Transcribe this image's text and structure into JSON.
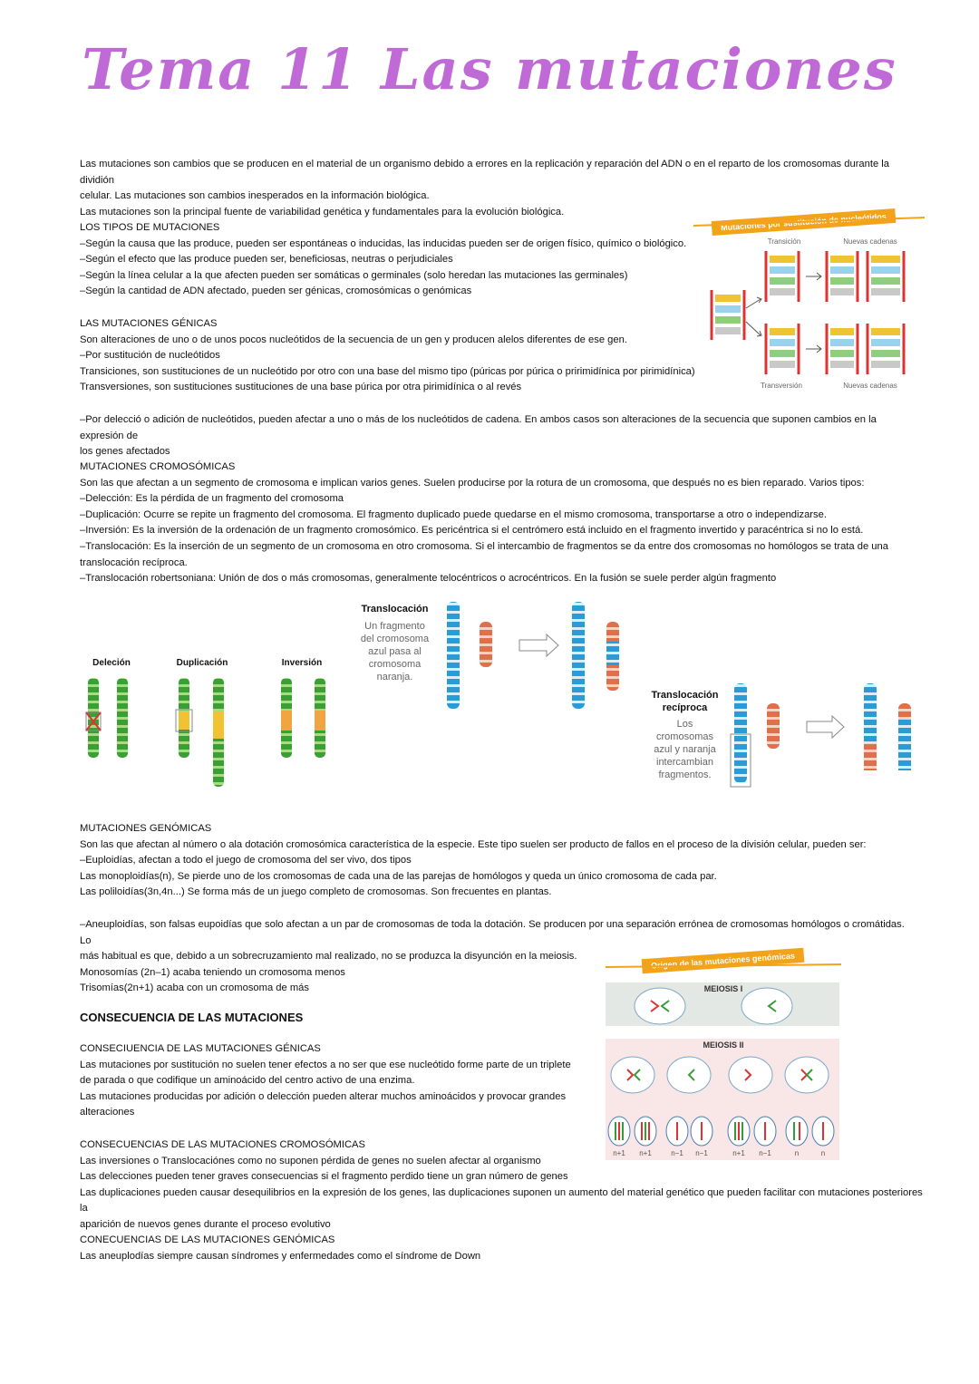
{
  "title": "Tema 11 Las mutaciones",
  "intro": [
    "Las mutaciones son cambios que se producen en el material de un organismo debido a errores en la replicación y reparación del ADN o en el reparto de los cromosomas durante la dividión",
    "celular. Las mutaciones son cambios inesperados en la información biológica.",
    "Las mutaciones son la principal fuente de variabilidad genética y fundamentales para la evolución biológica."
  ],
  "tipos": {
    "heading": "LOS TIPOS DE MUTACIONES",
    "lines": [
      "–Según la causa que las produce, pueden ser espontáneas o inducidas, las inducidas pueden ser de origen físico, químico o biológico.",
      "–Según el efecto que las produce pueden ser, beneficiosas, neutras o perjudiciales",
      "–Según la línea celular a la que afecten pueden ser somáticas o germinales (solo heredan las mutaciones las germinales)",
      "–Según la cantidad de ADN afectado, pueden ser génicas, cromosómicas o genómicas"
    ]
  },
  "genicas": {
    "heading": "LAS MUTACIONES GÉNICAS",
    "lines": [
      "Son alteraciones de uno o de unos pocos nucleótidos de la secuencia de un gen y producen alelos diferentes de ese gen.",
      "–Por sustitución de nucleótidos",
      "Transiciones, son sustituciones de un nucleótido por otro con una base del mismo tipo (púricas por púrica o pririmidínica por pirimidínica)",
      "Transversiones, son sustituciones sustituciones de una base púrica por otra pirimidínica o al revés"
    ],
    "extra": [
      "–Por delecció o adición de nucleótidos, pueden afectar a uno o más de los nucleótidos de cadena. En ambos casos son alteraciones de la secuencia que suponen cambios en la expresión de",
      "los genes afectados"
    ]
  },
  "cromosomicas": {
    "heading": "MUTACIONES CROMOSÓMICAS",
    "lines": [
      "Son las que afectan a un segmento de cromosoma e implican varios genes. Suelen producirse por la rotura de un cromosoma, que después no es bien reparado. Varios tipos:",
      "–Delección: Es la pérdida de un fragmento del cromosoma",
      "–Duplicación: Ocurre se repite un fragmento del cromosoma. El fragmento duplicado puede quedarse en el mismo cromosoma, transportarse a otro o independizarse.",
      "–Inversión: Es la inversión de la ordenación de un fragmento cromosómico. Es pericéntrica si el centrómero está incluido en el fragmento invertido y paracéntrica si no lo está.",
      "–Translocación: Es la inserción de un segmento de un cromosoma en otro cromosoma. Si el intercambio de fragmentos se da entre dos cromosomas no homólogos se trata de una",
      "translocación recíproca.",
      "–Translocación robertsoniana: Unión de dos o más cromosomas, generalmente telocéntricos o acrocéntricos. En la fusión se suele perder algún fragmento"
    ]
  },
  "fig_sust": {
    "banner": "Mutaciones por sustitución de nucleótidos",
    "transicion": "Transición",
    "transversion": "Transversión",
    "nuevas1": "Nuevas cadenas",
    "nuevas2": "Nuevas cadenas"
  },
  "fig_crom": {
    "delecion": "Deleción",
    "duplicacion": "Duplicación",
    "inversion": "Inversión",
    "translocacion": "Translocación",
    "translocacion_desc": [
      "Un fragmento",
      "del cromosoma",
      "azul pasa al",
      "cromosoma",
      "naranja."
    ],
    "reciproca_title": [
      "Translocación",
      "recíproca"
    ],
    "reciproca_desc": [
      "Los",
      "cromosomas",
      "azul y naranja",
      "intercambian",
      "fragmentos."
    ]
  },
  "genomicas": {
    "heading": "MUTACIONES GENÓMICAS",
    "lines": [
      "Son las que afectan al número o ala dotación cromosómica característica de la especie. Este tipo suelen ser producto de fallos en el proceso de la división celular, pueden ser:",
      "–Euploidías, afectan a todo el juego de cromosoma del ser vivo, dos tipos",
      "Las monoploidías(n), Se pierde uno de los cromosomas de cada una de las parejas de homólogos y queda un único cromosoma de cada par.",
      "Las poliloidías(3n,4n...) Se forma más de un juego completo de cromosomas. Son frecuentes en plantas."
    ],
    "aneu": [
      "–Aneuploidías, son falsas eupoidías que solo afectan a un par de cromosomas de toda la dotación. Se producen por una separación errónea de cromosomas homólogos o cromátidas. Lo",
      "más habitual es que, debido a un sobrecruzamiento mal realizado, no se produzca la disyunción en la meiosis.",
      "Monosomías (2n–1) acaba teniendo un cromosoma menos",
      "Trisomías(2n+1) acaba con un cromosoma de más"
    ]
  },
  "fig_gen": {
    "banner": "Origen de las mutaciones genómicas",
    "meiosis1": "MEIOSIS I",
    "meiosis2": "MEIOSIS II",
    "labels": [
      "n+1",
      "n+1",
      "n−1",
      "n−1",
      "n+1",
      "n−1",
      "n",
      "n"
    ]
  },
  "consecuencias": {
    "heading": "CONSECUENCIA DE LAS MUTACIONES",
    "gen_heading": "CONSECIUENCIA DE LAS MUTACIONES GÉNICAS",
    "gen_lines": [
      "Las mutaciones por sustitución  no suelen tener efectos a no ser que ese nucleótido forme parte de un triplete",
      "de parada o que codifique un aminoácido del centro activo de una enzima.",
      "Las mutaciones producidas por adición o delección pueden alterar muchos aminoácidos y provocar grandes",
      "alteraciones"
    ],
    "crom_heading": "CONSECUENCIAS DE LAS MUTACIONES CROMOSÓMICAS",
    "crom_lines": [
      "Las inversiones o Translocaciónes como no suponen pérdida de genes no suelen afectar al organismo",
      "Las delecciones pueden tener graves consecuencias si el fragmento perdido tiene un gran número de genes",
      "Las duplicaciones pueden causar desequilibrios en la expresión de los genes, las duplicaciones suponen un aumento del material genético que pueden facilitar con mutaciones posteriores la",
      "aparición de nuevos genes durante el proceso evolutivo"
    ],
    "genom_heading": "CONECUENCIAS DE LAS MUTACIONES GENÓMICAS",
    "genom_lines": [
      "Las aneuplodías siempre causan síndromes y enfermedades como el síndrome de Down"
    ]
  }
}
